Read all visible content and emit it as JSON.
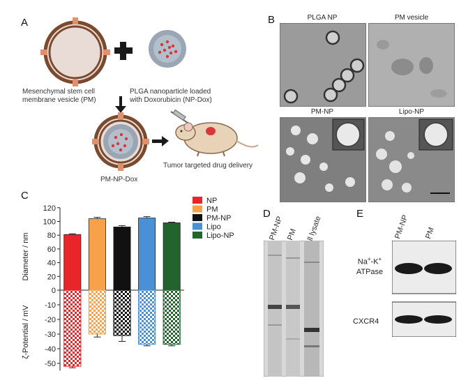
{
  "panels": {
    "A": "A",
    "B": "B",
    "C": "C",
    "D": "D",
    "E": "E"
  },
  "schematic": {
    "pm_caption_line1": "Mesenchymal stem cell",
    "pm_caption_line2": "membrane vesicle (PM)",
    "np_caption_line1": "PLGA nanoparticle loaded",
    "np_caption_line2": "with Doxorubicin (NP-Dox)",
    "pmnp_caption": "PM-NP-Dox",
    "tumor_caption": "Tumor targeted drug delivery",
    "colors": {
      "membrane": "#7b4a2e",
      "protein": "#e0906a",
      "drug": "#d8383a",
      "np": "#9aa6b4"
    }
  },
  "tem": {
    "labels": [
      "PLGA NP",
      "PM vesicle",
      "PM-NP",
      "Lipo-NP"
    ]
  },
  "chart_data": {
    "type": "bar",
    "categories": [
      "NP",
      "PM",
      "PM-NP",
      "Lipo",
      "Lipo-NP"
    ],
    "series": [
      {
        "name": "Diameter / nm",
        "values": [
          81,
          104,
          92,
          105,
          98
        ],
        "errors": [
          1,
          2,
          2,
          2,
          1
        ]
      },
      {
        "name": "ζ-Potential / mV",
        "values": [
          -52,
          -30,
          -31,
          -37,
          -37
        ],
        "errors": [
          1,
          2,
          4,
          1,
          1
        ]
      }
    ],
    "colors": [
      "#e8262a",
      "#f7a24a",
      "#111111",
      "#4a90d6",
      "#22632e"
    ],
    "ylim": [
      -55,
      120
    ],
    "yticks": [
      "120",
      "100",
      "80",
      "60",
      "40",
      "20",
      "0",
      "-10",
      "-20",
      "-30",
      "-40",
      "-50"
    ],
    "ytick_values": [
      120,
      100,
      80,
      60,
      40,
      20,
      0,
      -10,
      -20,
      -30,
      -40,
      -50
    ],
    "ylabel_top": "Diameter / nm",
    "ylabel_bottom": "ζ-Potential / mV",
    "legend": [
      "NP",
      "PM",
      "PM-NP",
      "Lipo",
      "Lipo-NP"
    ]
  },
  "gel": {
    "lanes": [
      "PM-NP",
      "PM",
      "Cell lysate"
    ]
  },
  "western": {
    "lanes": [
      "PM-NP",
      "PM"
    ],
    "row1_label_line1": "Na",
    "row1_label_sup": "+",
    "row1_label_mid": "-K",
    "row1_label_sup2": "+",
    "row1_label_line2": "ATPase",
    "row2_label": "CXCR4"
  }
}
